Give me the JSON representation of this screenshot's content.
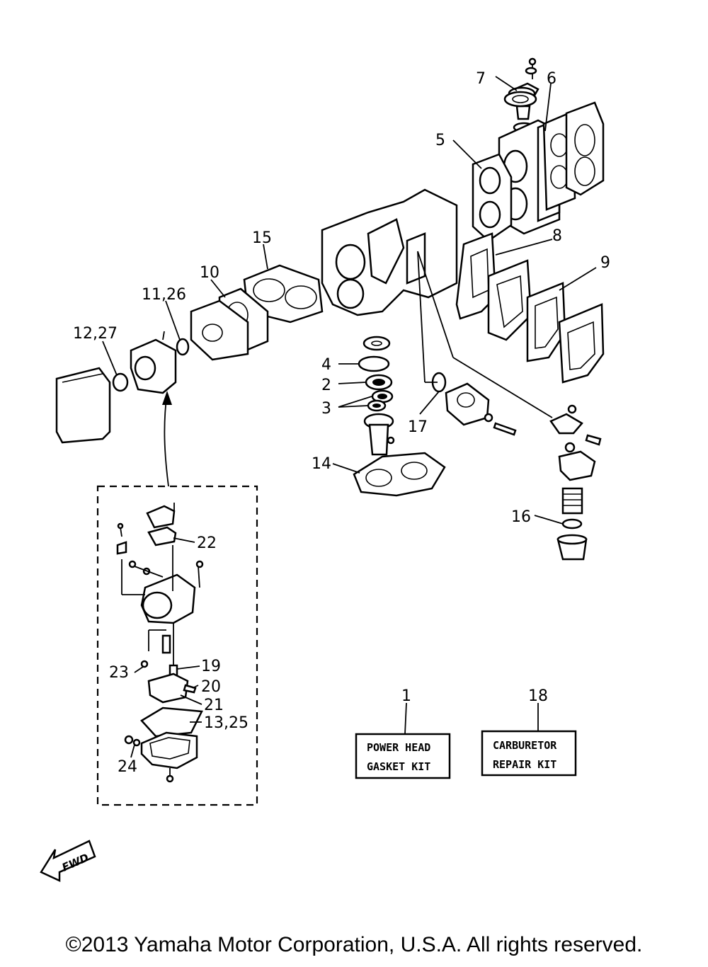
{
  "callouts": {
    "c1": "1",
    "c2": "2",
    "c3": "3",
    "c4": "4",
    "c5": "5",
    "c6": "6",
    "c7": "7",
    "c8": "8",
    "c9": "9",
    "c10": "10",
    "c11_26": "11,26",
    "c12_27": "12,27",
    "c13_25": "13,25",
    "c14": "14",
    "c15": "15",
    "c16": "16",
    "c17": "17",
    "c18": "18",
    "c19": "19",
    "c20": "20",
    "c21": "21",
    "c22": "22",
    "c23": "23",
    "c24": "24"
  },
  "kits": {
    "power_head": {
      "line1": "POWER HEAD",
      "line2": "GASKET KIT"
    },
    "carburetor": {
      "line1": "CARBURETOR",
      "line2": "REPAIR KIT"
    }
  },
  "fwd_label": "FWD",
  "copyright": "©2013 Yamaha Motor Corporation, U.S.A. All rights reserved."
}
